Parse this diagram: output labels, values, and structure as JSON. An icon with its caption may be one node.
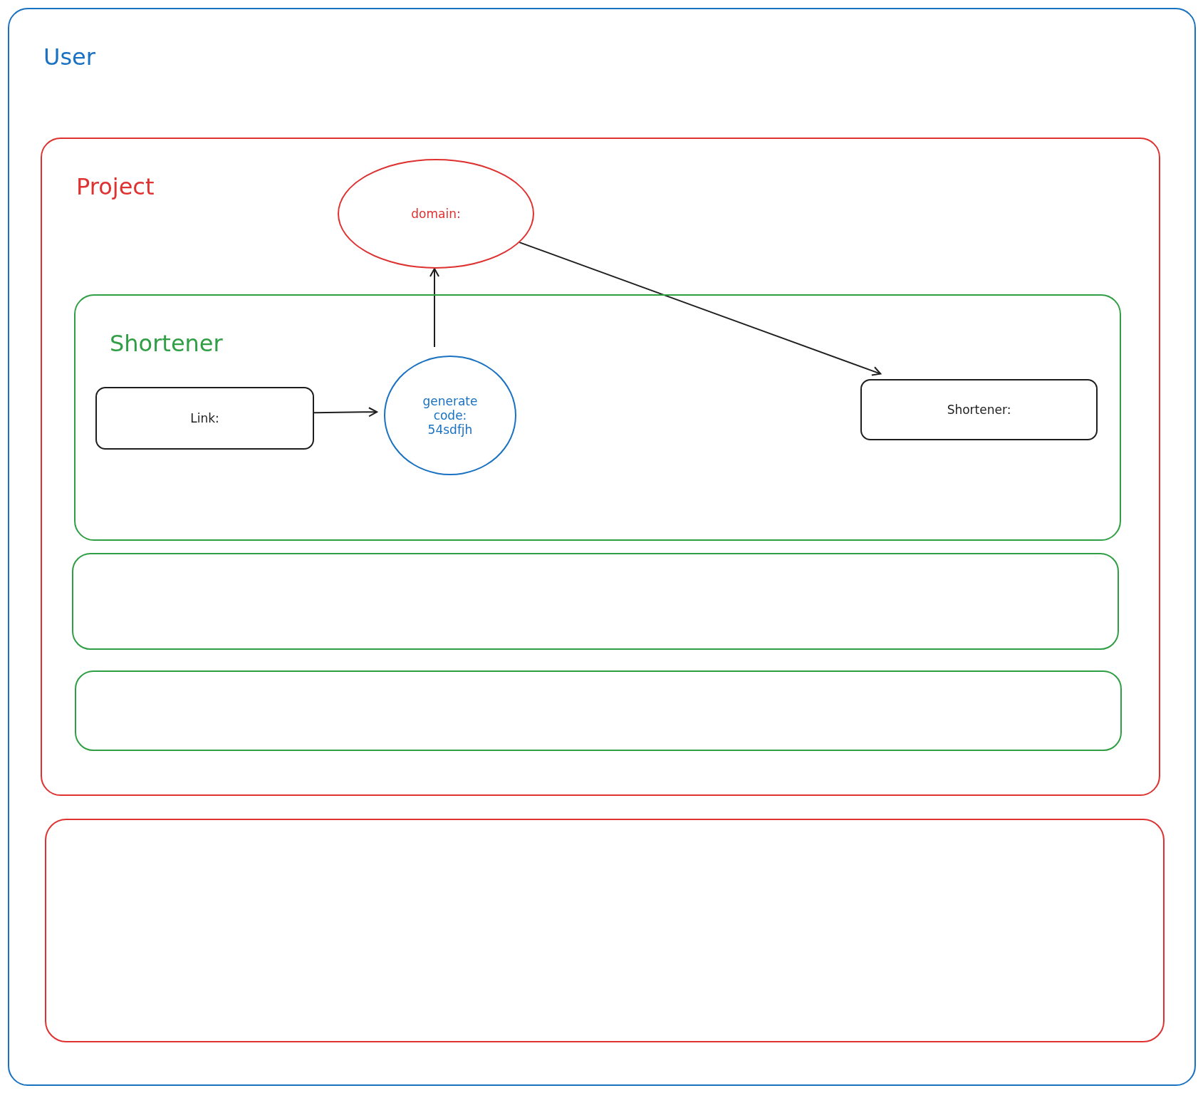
{
  "diagram": {
    "nodes": [
      {
        "text": [
          "User"
        ]
      },
      {
        "text": [
          "Project"
        ],
        "in": 0
      },
      {
        "text": [
          "domain:"
        ],
        "in": 1
      },
      {
        "text": [
          "Shortener"
        ],
        "in": 1
      },
      {
        "text": [
          "Link:"
        ],
        "in": 3
      },
      {
        "text": [
          "generate code: 54sdfjh"
        ],
        "in": 3
      },
      {
        "text": [
          "Shortener:"
        ],
        "in": 3
      },
      {
        "text": [],
        "shape": "box",
        "in": 1
      },
      {
        "text": [],
        "shape": "box",
        "in": 1
      },
      {
        "text": [],
        "shape": "box",
        "in": 0
      }
    ],
    "edges": [
      {
        "from": 4,
        "to": 5,
        "arrow": "to"
      },
      {
        "from": 5,
        "to": 2,
        "arrow": "to"
      },
      {
        "from": 2,
        "to": 6,
        "arrow": "to"
      }
    ]
  }
}
